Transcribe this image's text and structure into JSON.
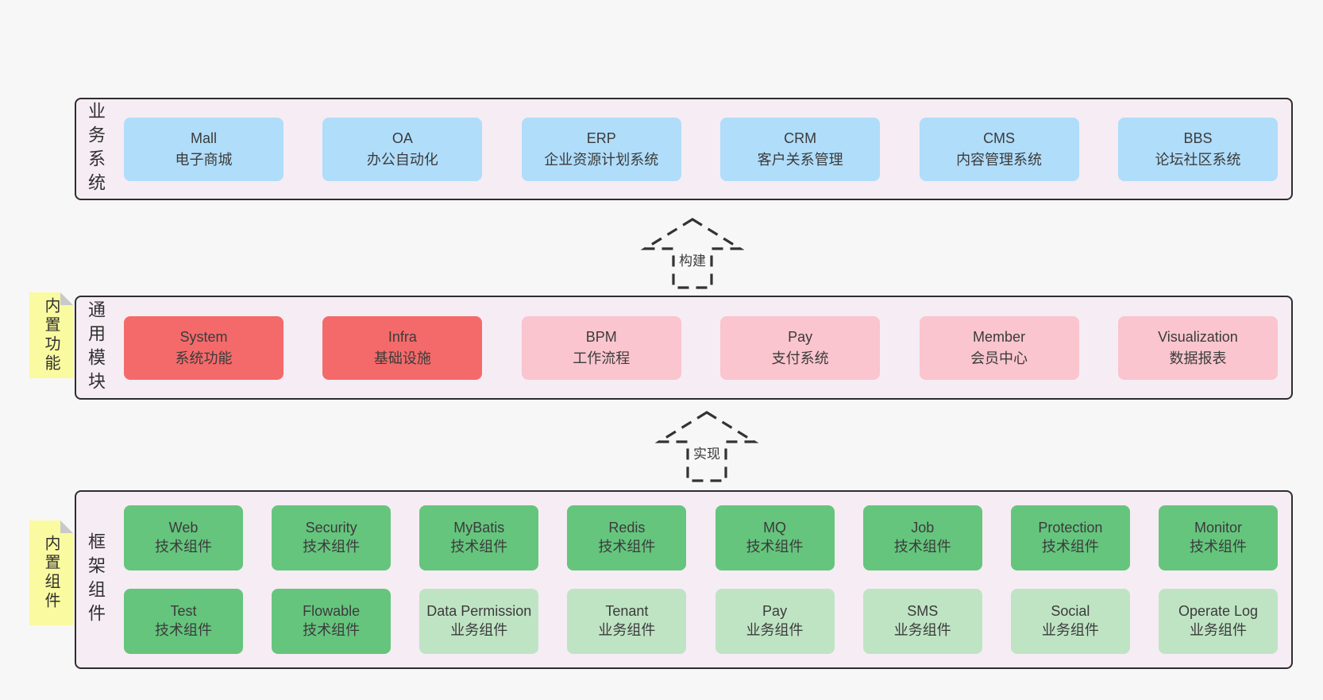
{
  "colors": {
    "background": "#f7f7f7",
    "panel_fill": "#f6ecf4",
    "panel_border": "#2e2e2e",
    "blue_box": "#b0ddfa",
    "red_box": "#f46a6a",
    "pink_box": "#fac5ce",
    "green_box": "#65c57d",
    "light_green_box": "#bfe4c4",
    "sticky_yellow": "#fafaa0",
    "sticky_fold": "#c9c9c9",
    "text": "#3b3b3b"
  },
  "arrows": [
    {
      "label": "构建"
    },
    {
      "label": "实现"
    }
  ],
  "sections": [
    {
      "label": "业务系统",
      "rows": [
        [
          {
            "title": "Mall",
            "subtitle": "电子商城",
            "variant": "blue"
          },
          {
            "title": "OA",
            "subtitle": "办公自动化",
            "variant": "blue"
          },
          {
            "title": "ERP",
            "subtitle": "企业资源计划系统",
            "variant": "blue"
          },
          {
            "title": "CRM",
            "subtitle": "客户关系管理",
            "variant": "blue"
          },
          {
            "title": "CMS",
            "subtitle": "内容管理系统",
            "variant": "blue"
          },
          {
            "title": "BBS",
            "subtitle": "论坛社区系统",
            "variant": "blue"
          }
        ]
      ]
    },
    {
      "label": "通用模块",
      "sticky": "内置功能",
      "rows": [
        [
          {
            "title": "System",
            "subtitle": "系统功能",
            "variant": "red"
          },
          {
            "title": "Infra",
            "subtitle": "基础设施",
            "variant": "red"
          },
          {
            "title": "BPM",
            "subtitle": "工作流程",
            "variant": "pink"
          },
          {
            "title": "Pay",
            "subtitle": "支付系统",
            "variant": "pink"
          },
          {
            "title": "Member",
            "subtitle": "会员中心",
            "variant": "pink"
          },
          {
            "title": "Visualization",
            "subtitle": "数据报表",
            "variant": "pink"
          }
        ]
      ]
    },
    {
      "label": "框架组件",
      "sticky": "内置组件",
      "rows": [
        [
          {
            "title": "Web",
            "subtitle": "技术组件",
            "variant": "green"
          },
          {
            "title": "Security",
            "subtitle": "技术组件",
            "variant": "green"
          },
          {
            "title": "MyBatis",
            "subtitle": "技术组件",
            "variant": "green"
          },
          {
            "title": "Redis",
            "subtitle": "技术组件",
            "variant": "green"
          },
          {
            "title": "MQ",
            "subtitle": "技术组件",
            "variant": "green"
          },
          {
            "title": "Job",
            "subtitle": "技术组件",
            "variant": "green"
          },
          {
            "title": "Protection",
            "subtitle": "技术组件",
            "variant": "green"
          },
          {
            "title": "Monitor",
            "subtitle": "技术组件",
            "variant": "green"
          }
        ],
        [
          {
            "title": "Test",
            "subtitle": "技术组件",
            "variant": "green"
          },
          {
            "title": "Flowable",
            "subtitle": "技术组件",
            "variant": "green"
          },
          {
            "title": "Data Permission",
            "subtitle": "业务组件",
            "variant": "lightgreen"
          },
          {
            "title": "Tenant",
            "subtitle": "业务组件",
            "variant": "lightgreen"
          },
          {
            "title": "Pay",
            "subtitle": "业务组件",
            "variant": "lightgreen"
          },
          {
            "title": "SMS",
            "subtitle": "业务组件",
            "variant": "lightgreen"
          },
          {
            "title": "Social",
            "subtitle": "业务组件",
            "variant": "lightgreen"
          },
          {
            "title": "Operate Log",
            "subtitle": "业务组件",
            "variant": "lightgreen"
          }
        ]
      ]
    }
  ]
}
